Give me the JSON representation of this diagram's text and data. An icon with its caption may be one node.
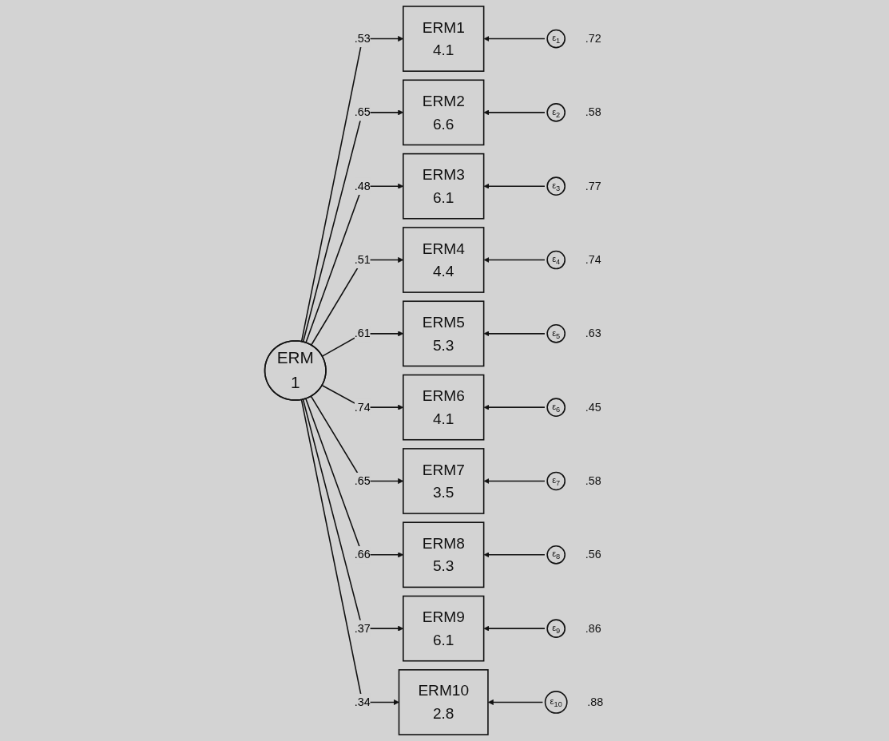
{
  "diagram": {
    "nodes": [
      {
        "text": [
          "ERM",
          "1"
        ]
      },
      {
        "text": [
          "ERM1",
          "4.1"
        ]
      },
      {
        "text": [
          "ERM2",
          "6.6"
        ]
      },
      {
        "text": [
          "ERM3",
          "6.1"
        ]
      },
      {
        "text": [
          "ERM4",
          "4.4"
        ]
      },
      {
        "text": [
          "ERM5",
          "5.3"
        ]
      },
      {
        "text": [
          "ERM6",
          "4.1"
        ]
      },
      {
        "text": [
          "ERM7",
          "3.5"
        ]
      },
      {
        "text": [
          "ERM8",
          "5.3"
        ]
      },
      {
        "text": [
          "ERM9",
          "6.1"
        ]
      },
      {
        "text": [
          "ERM10",
          "2.8"
        ]
      },
      {
        "text": [
          "ε$_{1}$"
        ],
        "beside": [
          ".72"
        ]
      },
      {
        "text": [
          "ε$_{2}$"
        ],
        "beside": [
          ".58"
        ]
      },
      {
        "text": [
          "ε$_{3}$"
        ],
        "beside": [
          ".77"
        ]
      },
      {
        "text": [
          "ε$_{4}$"
        ],
        "beside": [
          ".74"
        ]
      },
      {
        "text": [
          "ε$_{5}$"
        ],
        "beside": [
          ".63"
        ]
      },
      {
        "text": [
          "ε$_{6}$"
        ],
        "beside": [
          ".45"
        ]
      },
      {
        "text": [
          "ε$_{7}$"
        ],
        "beside": [
          ".58"
        ]
      },
      {
        "text": [
          "ε$_{8}$"
        ],
        "beside": [
          ".56"
        ]
      },
      {
        "text": [
          "ε$_{9}$"
        ],
        "beside": [
          ".86"
        ]
      },
      {
        "text": [
          "ε$_{10}$"
        ],
        "beside": [
          ".88"
        ]
      }
    ],
    "edges": [
      {
        "from": 0,
        "to": 1,
        "arrow": "to",
        "label": ".53"
      },
      {
        "from": 0,
        "to": 2,
        "arrow": "to",
        "label": ".65"
      },
      {
        "from": 0,
        "to": 3,
        "arrow": "to",
        "label": ".48"
      },
      {
        "from": 0,
        "to": 4,
        "arrow": "to",
        "label": ".51"
      },
      {
        "from": 0,
        "to": 5,
        "arrow": "to",
        "label": ".61"
      },
      {
        "from": 0,
        "to": 6,
        "arrow": "to",
        "label": ".74"
      },
      {
        "from": 0,
        "to": 7,
        "arrow": "to",
        "label": ".65"
      },
      {
        "from": 0,
        "to": 8,
        "arrow": "to",
        "label": ".66"
      },
      {
        "from": 0,
        "to": 9,
        "arrow": "to",
        "label": ".37"
      },
      {
        "from": 0,
        "to": 10,
        "arrow": "to",
        "label": ".34"
      },
      {
        "from": 11,
        "to": 1,
        "arrow": "to"
      },
      {
        "from": 12,
        "to": 2,
        "arrow": "to"
      },
      {
        "from": 13,
        "to": 3,
        "arrow": "to"
      },
      {
        "from": 14,
        "to": 4,
        "arrow": "to"
      },
      {
        "from": 15,
        "to": 5,
        "arrow": "to"
      },
      {
        "from": 16,
        "to": 6,
        "arrow": "to"
      },
      {
        "from": 17,
        "to": 7,
        "arrow": "to"
      },
      {
        "from": 18,
        "to": 8,
        "arrow": "to"
      },
      {
        "from": 19,
        "to": 9,
        "arrow": "to"
      },
      {
        "from": 20,
        "to": 10,
        "arrow": "to"
      }
    ]
  }
}
